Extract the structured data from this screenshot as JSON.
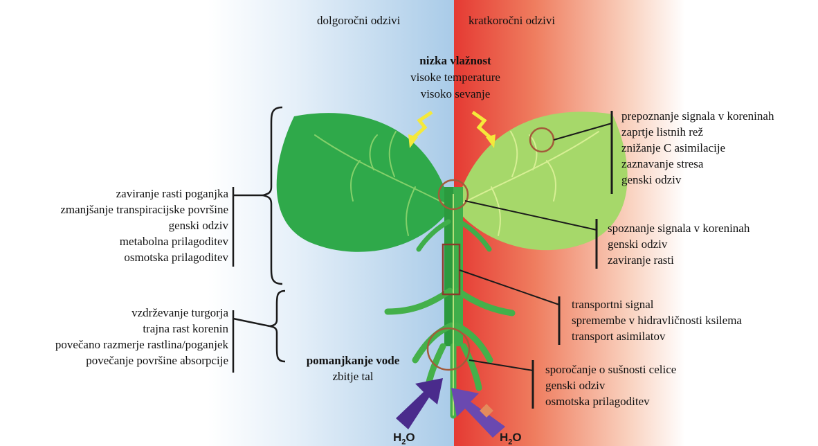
{
  "headers": {
    "long_term": "dolgoročni odzivi",
    "short_term": "kratkoročni odzivi"
  },
  "top_stress": {
    "line1": "nizka vlažnost",
    "line2": "visoke temperature",
    "line3": "visoko sevanje"
  },
  "bottom_stress": {
    "line1": "pomanjkanje vode",
    "line2": "zbitje tal"
  },
  "left_shoot": [
    "zaviranje rasti poganjka",
    "zmanjšanje transpiracijske površine",
    "genski odziv",
    "metabolna prilagoditev",
    "osmotska prilagoditev"
  ],
  "left_root": [
    "vzdrževanje turgorja",
    "trajna rast korenin",
    "povečano razmerje rastlina/poganjek",
    "povečanje površine absorpcije"
  ],
  "right_leaf": [
    "prepoznanje signala v koreninah",
    "zaprtje listnih rež",
    "znižanje C asimilacije",
    "zaznavanje stresa",
    "genski odziv"
  ],
  "right_node": [
    "spoznanje signala v koreninah",
    "genski odziv",
    "zaviranje rasti"
  ],
  "right_stem": [
    "transportni signal",
    "spremembe v hidravličnosti ksilema",
    "transport asimilatov"
  ],
  "right_root": [
    "sporočanje o sušnosti celice",
    "genski odziv",
    "osmotska prilagoditev"
  ],
  "water": {
    "label": "H",
    "subscript": "2",
    "suffix": "O"
  },
  "colors": {
    "left_panel": "#bcd9ee",
    "right_panel": "#e8443a",
    "leaf_dark": "#2fa94a",
    "leaf_light": "#a6d86a",
    "arrow_purple": "#4a2b8c",
    "sun_arrow": "#f5e93a"
  }
}
